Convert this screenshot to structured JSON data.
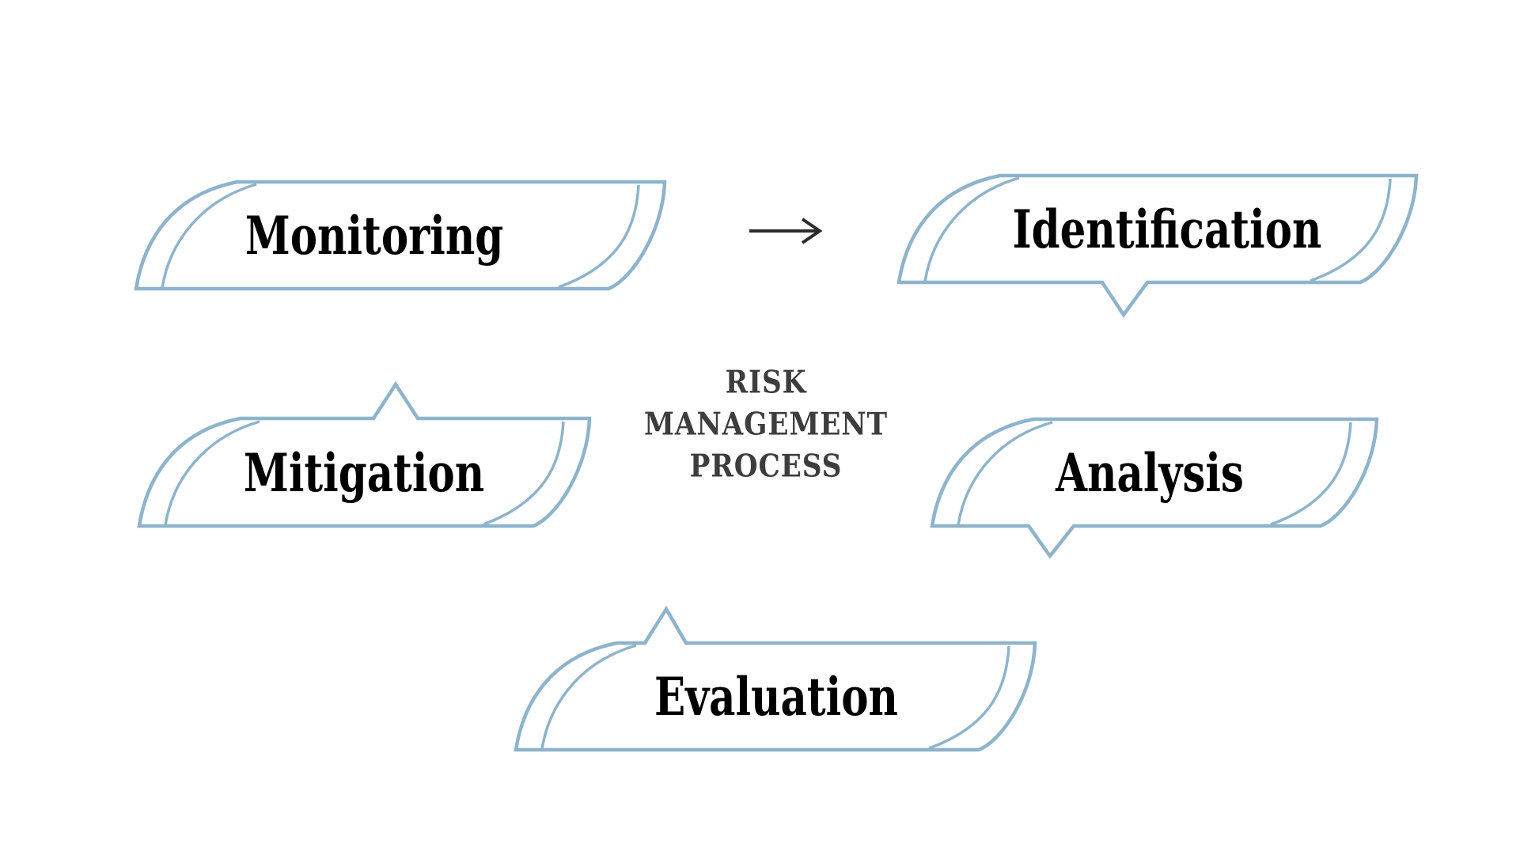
{
  "diagram": {
    "title": {
      "lines": [
        "RISK",
        "MANAGEMENT",
        "PROCESS"
      ]
    },
    "nodes": [
      {
        "id": "monitoring",
        "label": "Monitoring",
        "tail": "none"
      },
      {
        "id": "identification",
        "label": "Identification",
        "tail": "bottom"
      },
      {
        "id": "mitigation",
        "label": "Mitigation",
        "tail": "top"
      },
      {
        "id": "analysis",
        "label": "Analysis",
        "tail": "bottom"
      },
      {
        "id": "evaluation",
        "label": "Evaluation",
        "tail": "top"
      }
    ],
    "connections": [
      {
        "from": "Monitoring",
        "to": "Identification",
        "style": "arrow"
      }
    ],
    "colors": {
      "outline_blue": "#8db4cc",
      "label_text": "#000000",
      "title_text": "#3d3d3d",
      "arrow": "#2b2b2b",
      "background": "#ffffff"
    }
  }
}
